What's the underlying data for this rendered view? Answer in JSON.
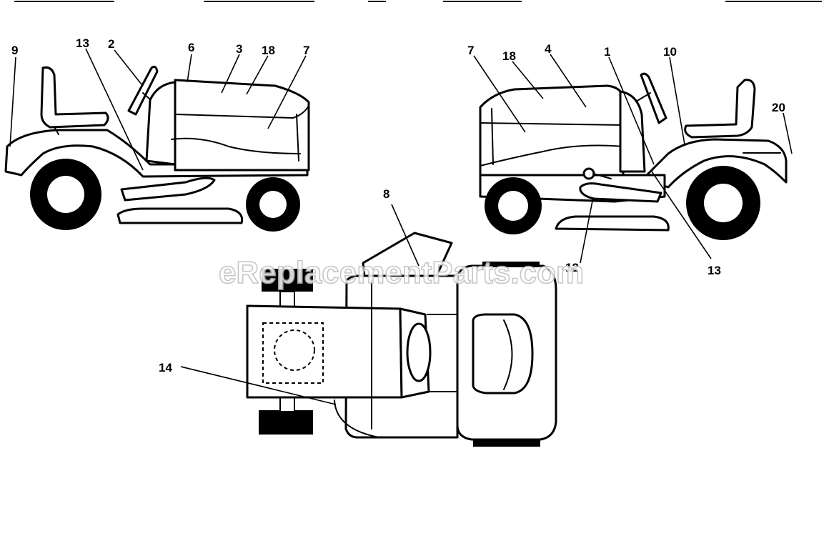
{
  "header_fragments": [
    "",
    "",
    "",
    "",
    ""
  ],
  "watermark": "eReplacementParts.com",
  "left_view_callouts": [
    "9",
    "13",
    "2",
    "6",
    "3",
    "18",
    "7"
  ],
  "right_view_callouts": [
    "7",
    "18",
    "4",
    "1",
    "10",
    "20",
    "12",
    "13"
  ],
  "top_view_callouts": [
    "8",
    "14"
  ]
}
